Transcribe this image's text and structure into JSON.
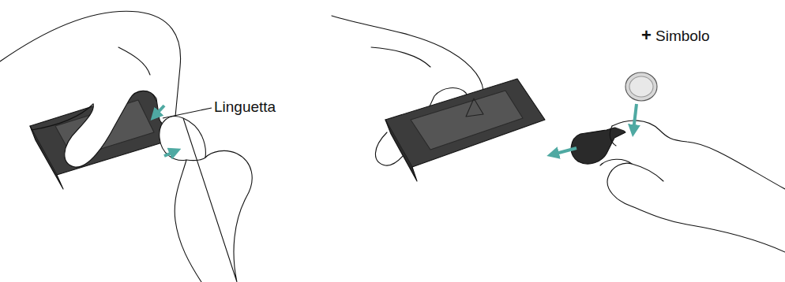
{
  "diagram": {
    "labels": [
      "Linguetta",
      "+",
      "Simbolo"
    ]
  }
}
